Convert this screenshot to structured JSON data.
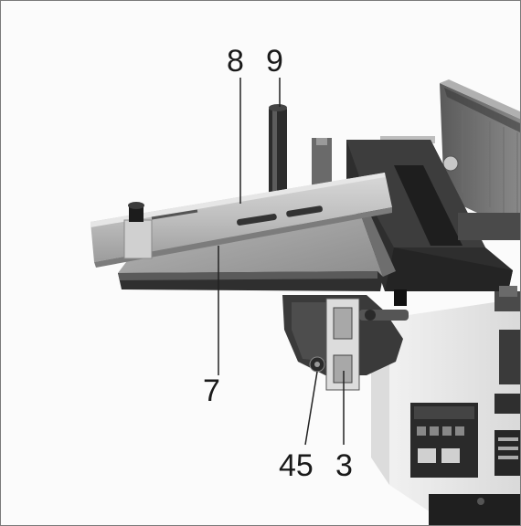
{
  "callouts": [
    {
      "id": "8",
      "text": "8"
    },
    {
      "id": "9",
      "text": "9"
    },
    {
      "id": "7",
      "text": "7"
    },
    {
      "id": "45",
      "text": "45"
    },
    {
      "id": "3",
      "text": "3"
    }
  ],
  "colors": {
    "background": "#fbfbfb",
    "table_top": "#9a9a9a",
    "fence": "#b9b9b9",
    "machine_dark": "#2b2b2b",
    "machine_body": "#ececec"
  }
}
